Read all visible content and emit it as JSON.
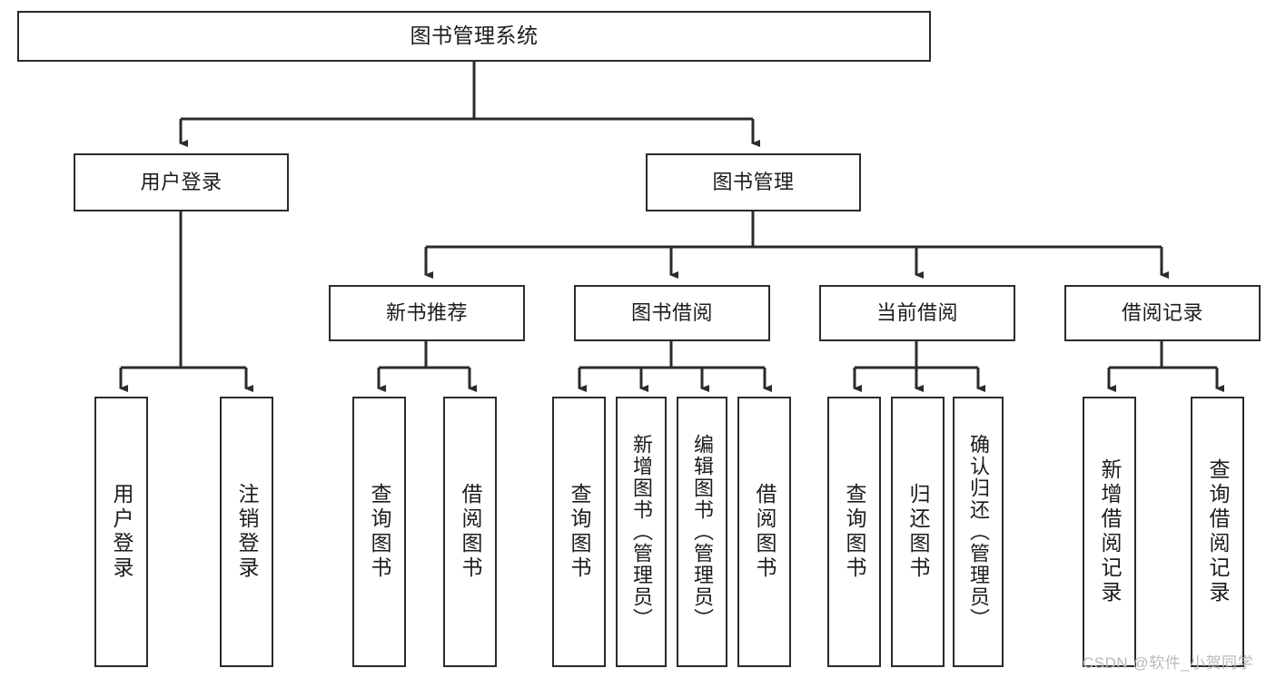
{
  "diagram": {
    "type": "tree",
    "title": "图书管理系统",
    "levels": {
      "root": {
        "label": "图书管理系统"
      },
      "level2": [
        {
          "label": "用户登录"
        },
        {
          "label": "图书管理"
        }
      ],
      "level3": [
        {
          "label": "新书推荐"
        },
        {
          "label": "图书借阅"
        },
        {
          "label": "当前借阅"
        },
        {
          "label": "借阅记录"
        }
      ]
    },
    "leaves": {
      "user_login": [
        {
          "label": "用户登录"
        },
        {
          "label": "注销登录"
        }
      ],
      "new_book_recommend": [
        {
          "label": "查询图书"
        },
        {
          "label": "借阅图书"
        }
      ],
      "book_borrow": [
        {
          "label": "查询图书"
        },
        {
          "label": "新增图书（管理员）"
        },
        {
          "label": "编辑图书（管理员）"
        },
        {
          "label": "借阅图书"
        }
      ],
      "current_borrow": [
        {
          "label": "查询图书"
        },
        {
          "label": "归还图书"
        },
        {
          "label": "确认归还（管理员）"
        }
      ],
      "borrow_record": [
        {
          "label": "新增借阅记录"
        },
        {
          "label": "查询借阅记录"
        }
      ]
    },
    "colors": {
      "stroke": "#2b2b2b",
      "fill": "#ffffff",
      "text": "#1c1c1c",
      "watermark": "#b9b9b9"
    }
  },
  "watermark": {
    "text": "CSDN @软件_小贺同学"
  }
}
